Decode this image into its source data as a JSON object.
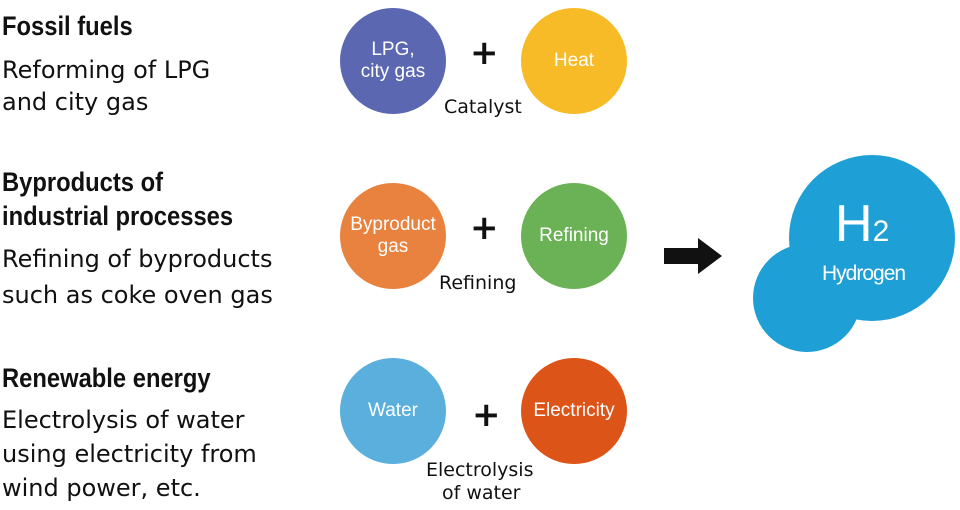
{
  "rows": [
    {
      "heading": "Fossil fuels",
      "desc": [
        "Reforming of LPG",
        "and city gas"
      ],
      "left": {
        "text": "LPG,\ncity gas",
        "color": "#5b67b1"
      },
      "right": {
        "text": "Heat",
        "color": "#f7bb27"
      },
      "process": [
        "Catalyst"
      ]
    },
    {
      "heading": [
        "Byproducts of",
        "industrial processes"
      ],
      "desc": [
        "Refining of byproducts",
        "such as coke oven gas"
      ],
      "left": {
        "text": "Byproduct\ngas",
        "color": "#e9813f"
      },
      "right": {
        "text": "Refining",
        "color": "#6bb155"
      },
      "process": [
        "Refining"
      ]
    },
    {
      "heading": "Renewable energy",
      "desc": [
        "Electrolysis of water",
        "using electricity from",
        "wind power, etc."
      ],
      "left": {
        "text": "Water",
        "color": "#5aafdd"
      },
      "right": {
        "text": "Electricity",
        "color": "#dc5418"
      },
      "process": [
        "Electrolysis",
        "of water"
      ]
    }
  ],
  "plus": "+",
  "result": {
    "symbol": "H",
    "subscript": "2",
    "label": "Hydrogen",
    "color": "#1e9fd5"
  }
}
